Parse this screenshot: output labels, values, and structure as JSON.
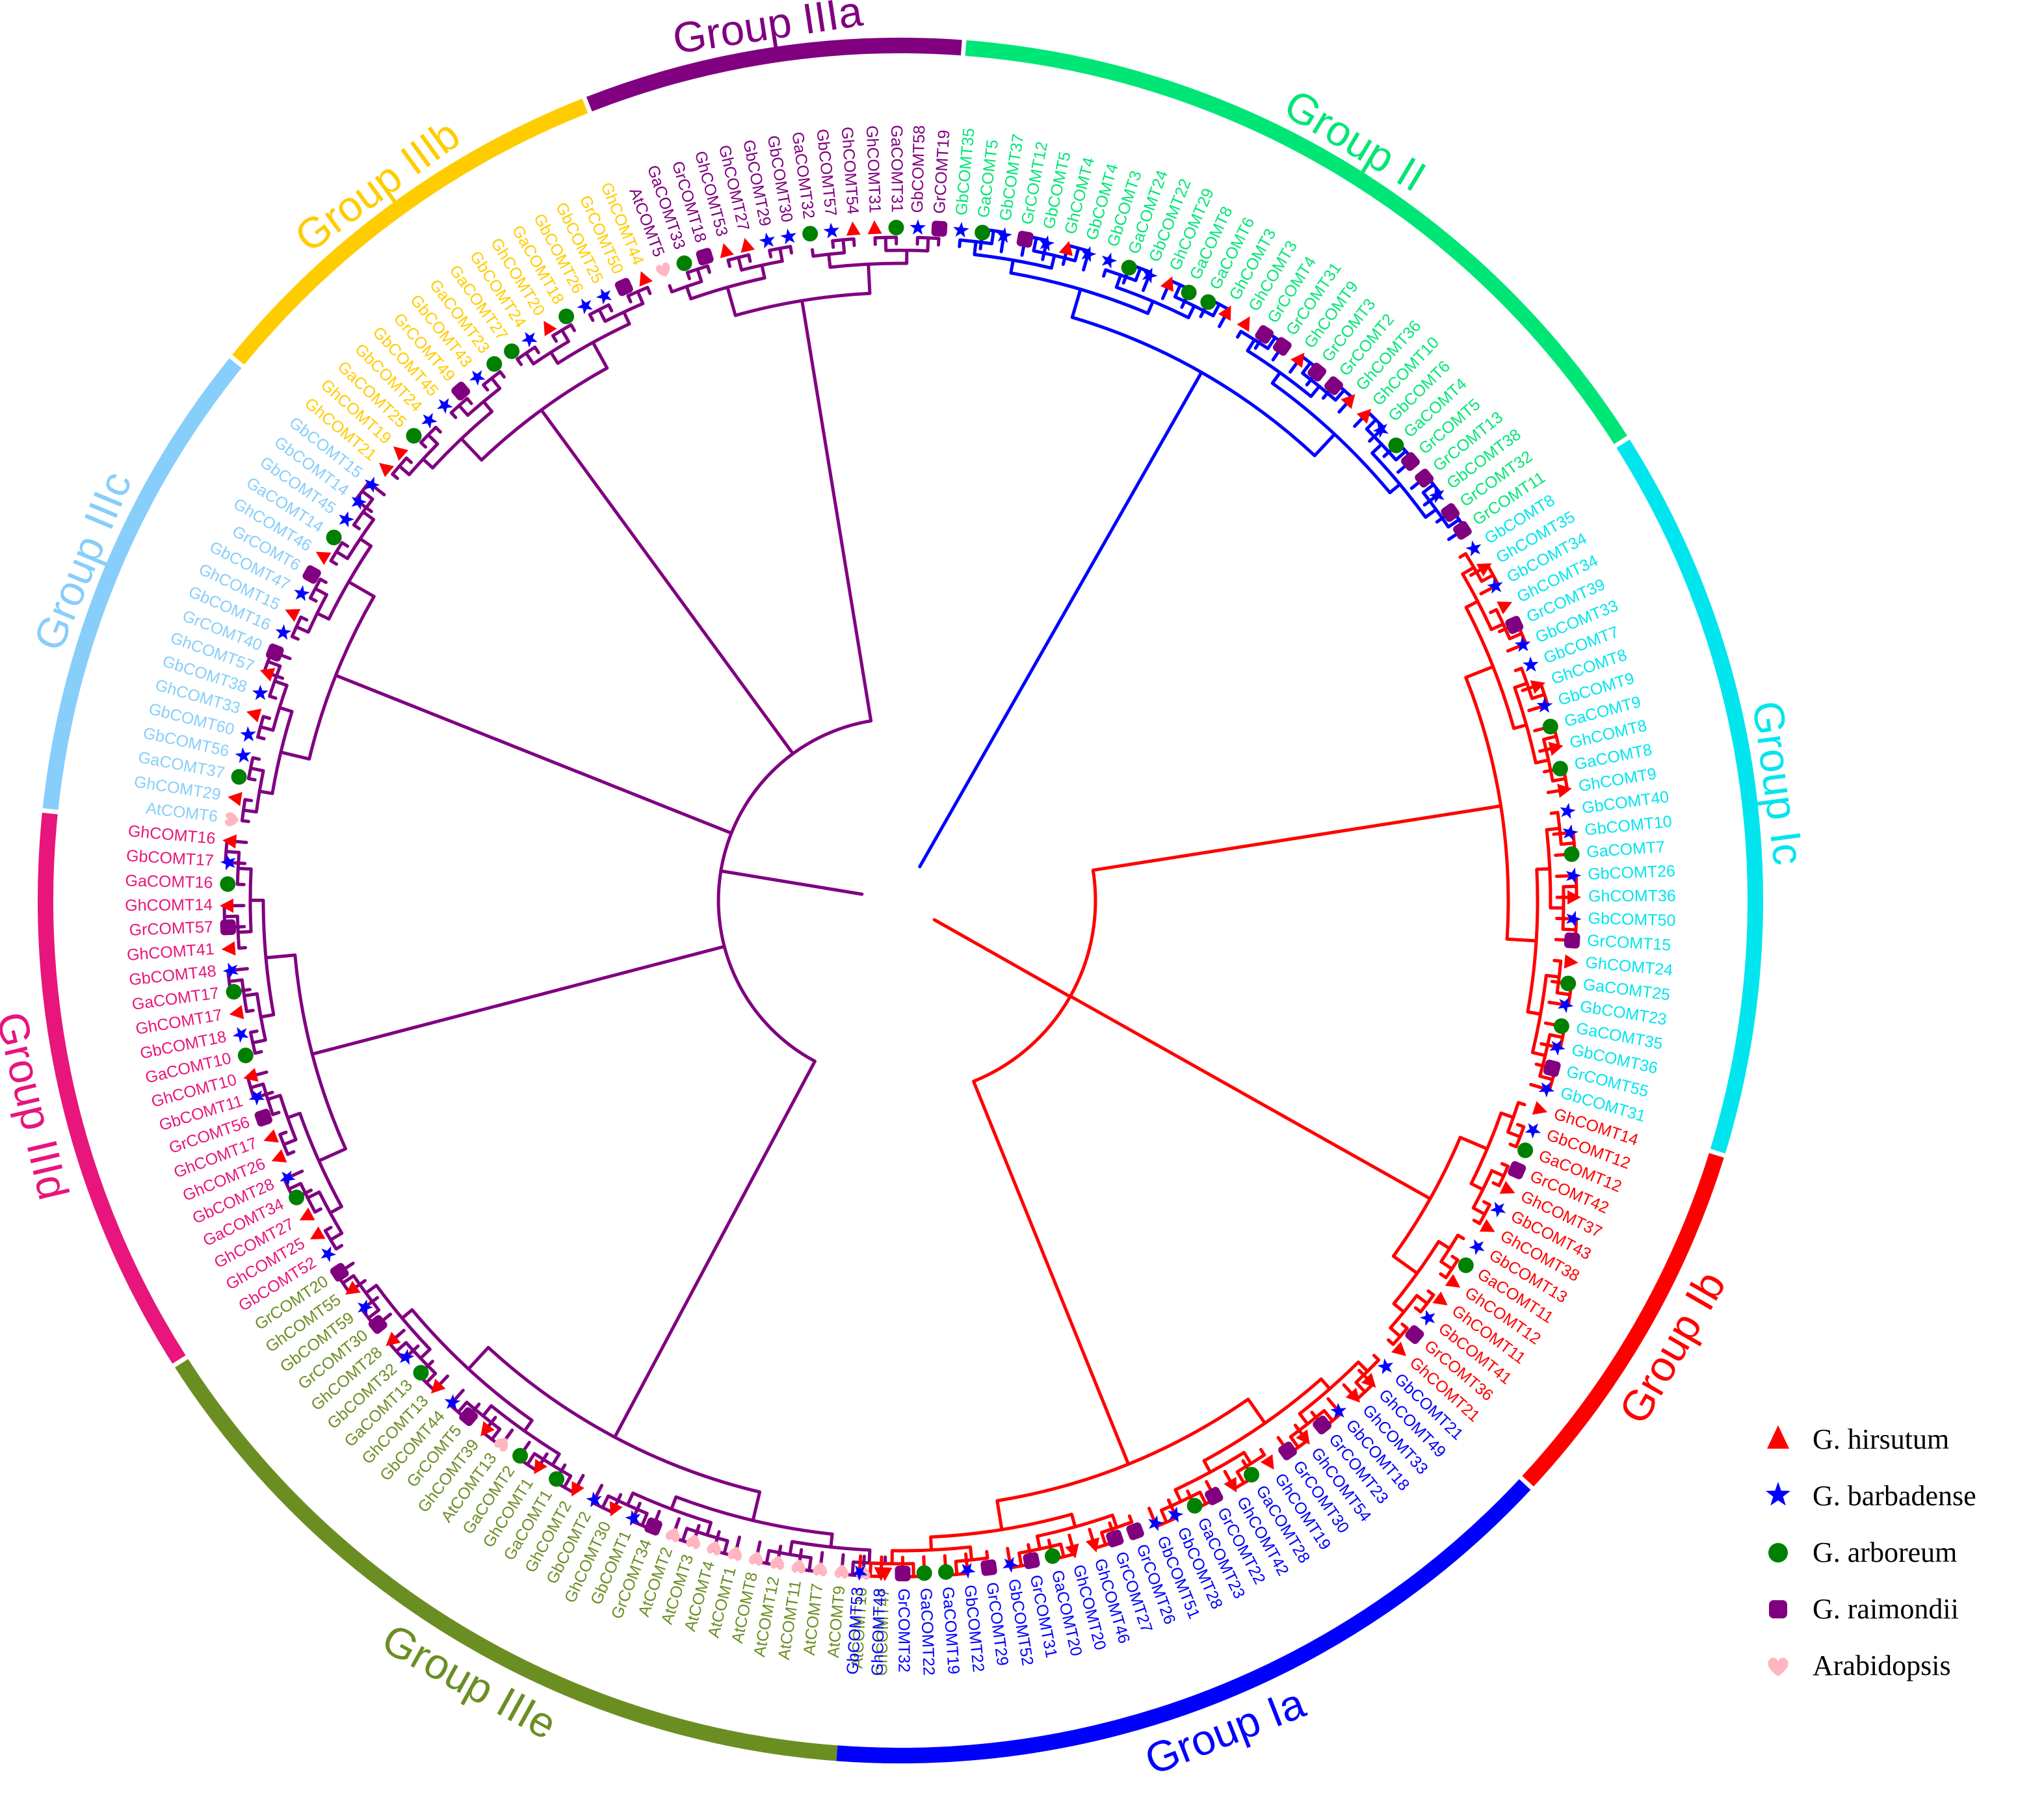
{
  "groups": [
    {
      "key": "IIIe",
      "label": "Group IIIe",
      "color": "#6B8E23",
      "leaves": [
        [
          "GhCOMT47",
          "Gh"
        ],
        [
          "AtCOMT10",
          "At"
        ],
        [
          "AtCOMT9",
          "At"
        ],
        [
          "AtCOMT7",
          "At"
        ],
        [
          "AtCOMT11",
          "At"
        ],
        [
          "AtCOMT12",
          "At"
        ],
        [
          "AtCOMT8",
          "At"
        ],
        [
          "AtCOMT1",
          "At"
        ],
        [
          "AtCOMT4",
          "At"
        ],
        [
          "AtCOMT3",
          "At"
        ],
        [
          "AtCOMT2",
          "At"
        ],
        [
          "GrCOMT34",
          "Gr"
        ],
        [
          "GbCOMT1",
          "Gb"
        ],
        [
          "GhCOMT30",
          "Gh"
        ],
        [
          "GbCOMT2",
          "Gb"
        ],
        [
          "GhCOMT2",
          "Gh"
        ],
        [
          "GaCOMT1",
          "Ga"
        ],
        [
          "GhCOMT1",
          "Gh"
        ],
        [
          "GaCOMT2",
          "Ga"
        ],
        [
          "AtCOMT13",
          "At"
        ],
        [
          "GhCOMT39",
          "Gh"
        ],
        [
          "GrCOMT5",
          "Gr"
        ],
        [
          "GbCOMT44",
          "Gb"
        ],
        [
          "GhCOMT13",
          "Gh"
        ],
        [
          "GaCOMT13",
          "Ga"
        ],
        [
          "GbCOMT32",
          "Gb"
        ],
        [
          "GhCOMT28",
          "Gh"
        ],
        [
          "GrCOMT30",
          "Gr"
        ],
        [
          "GbCOMT59",
          "Gb"
        ],
        [
          "GhCOMT55",
          "Gh"
        ],
        [
          "GrCOMT20",
          "Gr"
        ]
      ]
    },
    {
      "key": "IIId",
      "label": "Group IIId",
      "color": "#E8157C",
      "leaves": [
        [
          "GbCOMT52",
          "Gb"
        ],
        [
          "GhCOMT25",
          "Gh"
        ],
        [
          "GhCOMT27",
          "Gh"
        ],
        [
          "GaCOMT34",
          "Ga"
        ],
        [
          "GbCOMT28",
          "Gb"
        ],
        [
          "GhCOMT26",
          "Gh"
        ],
        [
          "GhCOMT17",
          "Gh"
        ],
        [
          "GrCOMT56",
          "Gr"
        ],
        [
          "GbCOMT11",
          "Gb"
        ],
        [
          "GhCOMT10",
          "Gh"
        ],
        [
          "GaCOMT10",
          "Ga"
        ],
        [
          "GbCOMT18",
          "Gb"
        ],
        [
          "GhCOMT17",
          "Gh"
        ],
        [
          "GaCOMT17",
          "Ga"
        ],
        [
          "GbCOMT48",
          "Gb"
        ],
        [
          "GhCOMT41",
          "Gh"
        ],
        [
          "GrCOMT57",
          "Gr"
        ],
        [
          "GhCOMT14",
          "Gh"
        ],
        [
          "GaCOMT16",
          "Ga"
        ],
        [
          "GbCOMT17",
          "Gb"
        ],
        [
          "GhCOMT16",
          "Gh"
        ]
      ]
    },
    {
      "key": "IIIc",
      "label": "Group IIIc",
      "color": "#87CEFA",
      "leaves": [
        [
          "AtCOMT6",
          "At"
        ],
        [
          "GhCOMT29",
          "Gh"
        ],
        [
          "GaCOMT37",
          "Ga"
        ],
        [
          "GbCOMT56",
          "Gb"
        ],
        [
          "GbCOMT60",
          "Gb"
        ],
        [
          "GhCOMT33",
          "Gh"
        ],
        [
          "GbCOMT38",
          "Gb"
        ],
        [
          "GhCOMT57",
          "Gh"
        ],
        [
          "GrCOMT40",
          "Gr"
        ],
        [
          "GbCOMT16",
          "Gb"
        ],
        [
          "GhCOMT15",
          "Gh"
        ],
        [
          "GbCOMT47",
          "Gb"
        ],
        [
          "GrCOMT6",
          "Gr"
        ],
        [
          "GhCOMT46",
          "Gh"
        ],
        [
          "GaCOMT14",
          "Ga"
        ],
        [
          "GbCOMT45",
          "Gb"
        ],
        [
          "GbCOMT14",
          "Gb"
        ],
        [
          "GbCOMT15",
          "Gb"
        ]
      ]
    },
    {
      "key": "IIIb",
      "label": "Group IIIb",
      "color": "#FFCC00",
      "leaves": [
        [
          "GhCOMT21",
          "Gh"
        ],
        [
          "GhCOMT19",
          "Gh"
        ],
        [
          "GaCOMT25",
          "Ga"
        ],
        [
          "GbCOMT24",
          "Gb"
        ],
        [
          "GbCOMT45",
          "Gb"
        ],
        [
          "GrCOMT49",
          "Gr"
        ],
        [
          "GbCOMT43",
          "Gb"
        ],
        [
          "GaCOMT23",
          "Ga"
        ],
        [
          "GaCOMT27",
          "Ga"
        ],
        [
          "GbCOMT24",
          "Gb"
        ],
        [
          "GhCOMT20",
          "Gh"
        ],
        [
          "GaCOMT18",
          "Ga"
        ],
        [
          "GbCOMT26",
          "Gb"
        ],
        [
          "GbCOMT25",
          "Gb"
        ],
        [
          "GrCOMT50",
          "Gr"
        ],
        [
          "GhCOMT44",
          "Gh"
        ]
      ]
    },
    {
      "key": "IIIa",
      "label": "Group IIIa",
      "color": "#800080",
      "leaves": [
        [
          "AtCOMT5",
          "At"
        ],
        [
          "GaCOMT33",
          "Ga"
        ],
        [
          "GrCOMT18",
          "Gr"
        ],
        [
          "GhCOMT53",
          "Gh"
        ],
        [
          "GhCOMT27",
          "Gh"
        ],
        [
          "GbCOMT29",
          "Gb"
        ],
        [
          "GbCOMT30",
          "Gb"
        ],
        [
          "GaCOMT32",
          "Ga"
        ],
        [
          "GbCOMT57",
          "Gb"
        ],
        [
          "GhCOMT54",
          "Gh"
        ],
        [
          "GhCOMT31",
          "Gh"
        ],
        [
          "GaCOMT31",
          "Ga"
        ],
        [
          "GbCOMT58",
          "Gb"
        ],
        [
          "GrCOMT19",
          "Gr"
        ]
      ]
    },
    {
      "key": "II",
      "label": "Group II",
      "color": "#00E676",
      "leaves": [
        [
          "GbCOMT35",
          "Gb"
        ],
        [
          "GaCOMT5",
          "Ga"
        ],
        [
          "GbCOMT37",
          "Gb"
        ],
        [
          "GrCOMT12",
          "Gr"
        ],
        [
          "GbCOMT5",
          "Gb"
        ],
        [
          "GhCOMT4",
          "Gh"
        ],
        [
          "GbCOMT4",
          "Gb"
        ],
        [
          "GbCOMT3",
          "Gb"
        ],
        [
          "GaCOMT24",
          "Ga"
        ],
        [
          "GbCOMT22",
          "Gb"
        ],
        [
          "GhCOMT29",
          "Gh"
        ],
        [
          "GaCOMT8",
          "Ga"
        ],
        [
          "GaCOMT6",
          "Ga"
        ],
        [
          "GhCOMT3",
          "Gh"
        ],
        [
          "GhCOMT3",
          "Gh"
        ],
        [
          "GrCOMT4",
          "Gr"
        ],
        [
          "GrCOMT31",
          "Gr"
        ],
        [
          "GhCOMT9",
          "Gh"
        ],
        [
          "GrCOMT3",
          "Gr"
        ],
        [
          "GrCOMT2",
          "Gr"
        ],
        [
          "GhCOMT36",
          "Gh"
        ],
        [
          "GhCOMT10",
          "Gh"
        ],
        [
          "GbCOMT6",
          "Gb"
        ],
        [
          "GaCOMT4",
          "Ga"
        ],
        [
          "GrCOMT5",
          "Gr"
        ],
        [
          "GrCOMT13",
          "Gr"
        ],
        [
          "GbCOMT38",
          "Gb"
        ],
        [
          "GrCOMT32",
          "Gr"
        ],
        [
          "GrCOMT11",
          "Gr"
        ]
      ]
    },
    {
      "key": "Ic",
      "label": "Group Ic",
      "color": "#00E5EE",
      "leaves": [
        [
          "GbCOMT8",
          "Gb"
        ],
        [
          "GhCOMT35",
          "Gh"
        ],
        [
          "GbCOMT34",
          "Gb"
        ],
        [
          "GhCOMT34",
          "Gh"
        ],
        [
          "GrCOMT39",
          "Gr"
        ],
        [
          "GbCOMT33",
          "Gb"
        ],
        [
          "GbCOMT7",
          "Gb"
        ],
        [
          "GhCOMT8",
          "Gh"
        ],
        [
          "GbCOMT9",
          "Gb"
        ],
        [
          "GaCOMT9",
          "Ga"
        ],
        [
          "GhCOMT8",
          "Gh"
        ],
        [
          "GaCOMT8",
          "Ga"
        ],
        [
          "GhCOMT9",
          "Gh"
        ],
        [
          "GbCOMT40",
          "Gb"
        ],
        [
          "GbCOMT10",
          "Gb"
        ],
        [
          "GaCOMT7",
          "Ga"
        ],
        [
          "GbCOMT26",
          "Gb"
        ],
        [
          "GhCOMT36",
          "Gh"
        ],
        [
          "GbCOMT50",
          "Gb"
        ],
        [
          "GrCOMT15",
          "Gr"
        ],
        [
          "GhCOMT24",
          "Gh"
        ],
        [
          "GaCOMT25",
          "Ga"
        ],
        [
          "GbCOMT23",
          "Gb"
        ],
        [
          "GaCOMT35",
          "Ga"
        ],
        [
          "GbCOMT36",
          "Gb"
        ],
        [
          "GrCOMT55",
          "Gr"
        ],
        [
          "GbCOMT31",
          "Gb"
        ]
      ]
    },
    {
      "key": "Ib",
      "label": "Group Ib",
      "color": "#FF0000",
      "leaves": [
        [
          "GhCOMT14",
          "Gh"
        ],
        [
          "GbCOMT12",
          "Gb"
        ],
        [
          "GaCOMT12",
          "Ga"
        ],
        [
          "GrCOMT42",
          "Gr"
        ],
        [
          "GhCOMT37",
          "Gh"
        ],
        [
          "GbCOMT43",
          "Gb"
        ],
        [
          "GhCOMT38",
          "Gh"
        ],
        [
          "GbCOMT13",
          "Gb"
        ],
        [
          "GaCOMT11",
          "Ga"
        ],
        [
          "GhCOMT12",
          "Gh"
        ],
        [
          "GhCOMT11",
          "Gh"
        ],
        [
          "GbCOMT41",
          "Gb"
        ],
        [
          "GrCOMT36",
          "Gr"
        ],
        [
          "GhCOMT21",
          "Gh"
        ]
      ]
    },
    {
      "key": "Ia",
      "label": "Group Ia",
      "color": "#0000FF",
      "leaves": [
        [
          "GbCOMT21",
          "Gb"
        ],
        [
          "GhCOMT49",
          "Gh"
        ],
        [
          "GhCOMT33",
          "Gh"
        ],
        [
          "GbCOMT18",
          "Gb"
        ],
        [
          "GrCOMT23",
          "Gr"
        ],
        [
          "GhCOMT54",
          "Gh"
        ],
        [
          "GrCOMT30",
          "Gr"
        ],
        [
          "GhCOMT19",
          "Gh"
        ],
        [
          "GaCOMT28",
          "Ga"
        ],
        [
          "GhCOMT42",
          "Gh"
        ],
        [
          "GrCOMT22",
          "Gr"
        ],
        [
          "GaCOMT23",
          "Ga"
        ],
        [
          "GbCOMT28",
          "Gb"
        ],
        [
          "GbCOMT51",
          "Gb"
        ],
        [
          "GrCOMT26",
          "Gr"
        ],
        [
          "GrCOMT27",
          "Gr"
        ],
        [
          "GhCOMT46",
          "Gh"
        ],
        [
          "GhCOMT20",
          "Gh"
        ],
        [
          "GaCOMT20",
          "Ga"
        ],
        [
          "GrCOMT31",
          "Gr"
        ],
        [
          "GbCOMT52",
          "Gb"
        ],
        [
          "GrCOMT29",
          "Gr"
        ],
        [
          "GbCOMT22",
          "Gb"
        ],
        [
          "GaCOMT19",
          "Ga"
        ],
        [
          "GaCOMT22",
          "Ga"
        ],
        [
          "GrCOMT32",
          "Gr"
        ],
        [
          "GhCOMT48",
          "Gh"
        ],
        [
          "GbCOMT53",
          "Gb"
        ]
      ]
    }
  ],
  "legend": [
    {
      "key": "Gh",
      "label": "G. hirsutum",
      "shape": "triangle",
      "color": "#FF0000"
    },
    {
      "key": "Gb",
      "label": "G. barbadense",
      "shape": "star",
      "color": "#0000FF"
    },
    {
      "key": "Ga",
      "label": "G. arboreum",
      "shape": "circle",
      "color": "#008000"
    },
    {
      "key": "Gr",
      "label": "G. raimondii",
      "shape": "roundsquare",
      "color": "#800080"
    },
    {
      "key": "At",
      "label": "Arabidopsis",
      "shape": "heart",
      "color": "#FFB6C1"
    }
  ]
}
